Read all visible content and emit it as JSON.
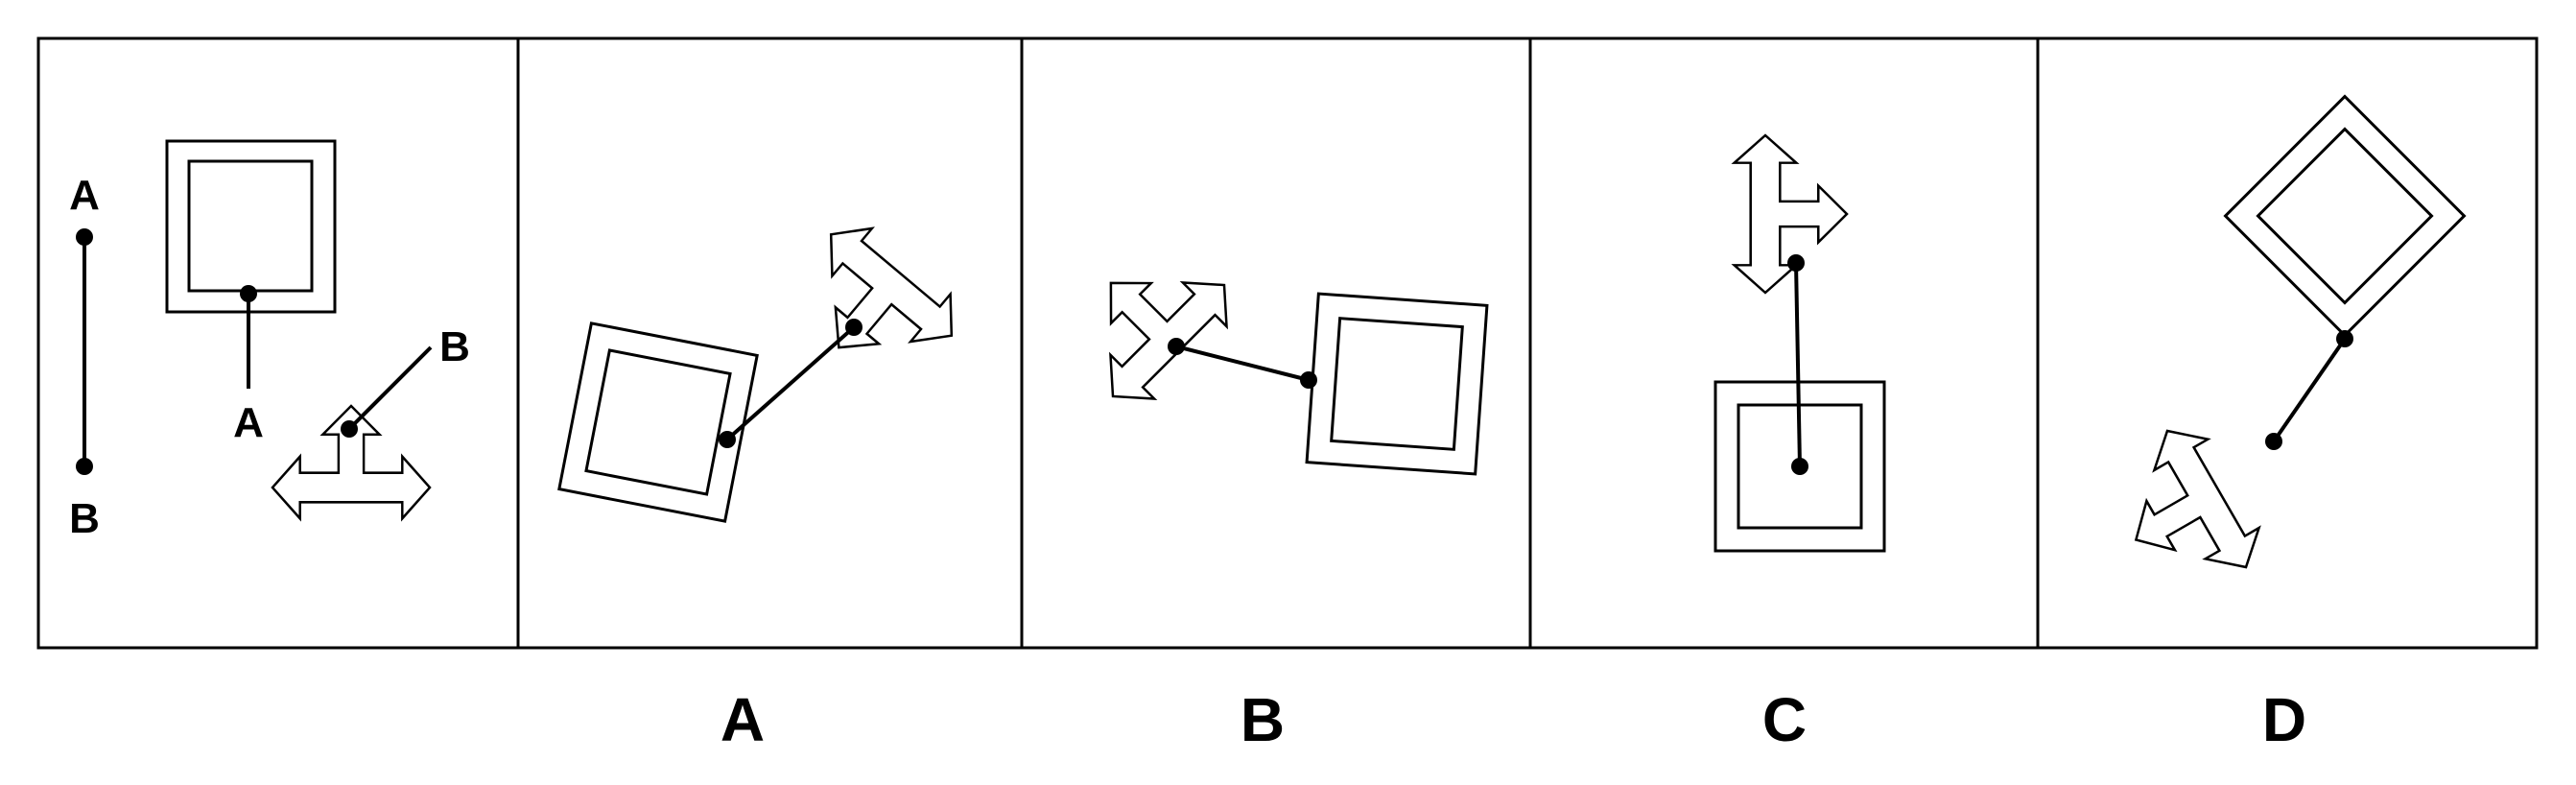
{
  "reference_panel": {
    "segment_end_top": "A",
    "segment_end_bottom": "B",
    "square_connector_label": "A",
    "arrow_connector_label": "B"
  },
  "options": [
    {
      "label": "A"
    },
    {
      "label": "B"
    },
    {
      "label": "C"
    },
    {
      "label": "D"
    }
  ],
  "colors": {
    "stroke": "#000000",
    "background": "#ffffff"
  },
  "icons": {
    "square": "double-square-icon",
    "arrow": "three-way-arrow-icon"
  }
}
